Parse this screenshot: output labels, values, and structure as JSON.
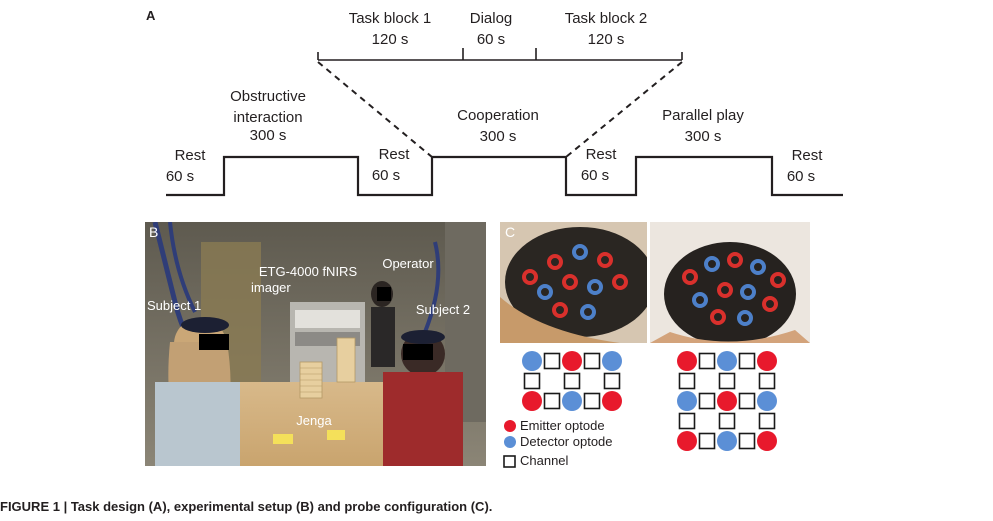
{
  "panel_a": {
    "letter": "A",
    "task_block_1": {
      "name": "Task block 1",
      "duration": "120 s"
    },
    "dialog": {
      "name": "Dialog",
      "duration": "60 s"
    },
    "task_block_2": {
      "name": "Task block 2",
      "duration": "120 s"
    },
    "phases": [
      {
        "name": "Rest",
        "duration": "60 s"
      },
      {
        "name": "Obstructive interaction",
        "duration": "300 s"
      },
      {
        "name": "Rest",
        "duration": "60 s"
      },
      {
        "name": "Cooperation",
        "duration": "300 s"
      },
      {
        "name": "Rest",
        "duration": "60 s"
      },
      {
        "name": "Parallel play",
        "duration": "300 s"
      },
      {
        "name": "Rest",
        "duration": "60 s"
      }
    ]
  },
  "panel_b": {
    "letter": "B",
    "imager_label_1": "ETG-4000 fNIRS",
    "imager_label_2": "imager",
    "operator": "Operator",
    "subject_1": "Subject 1",
    "subject_2": "Subject 2",
    "jenga": "Jenga"
  },
  "panel_c": {
    "letter": "C",
    "legend": {
      "emitter": "Emitter optode",
      "detector": "Detector optode",
      "channel": "Channel"
    },
    "colors": {
      "emitter": "#e8192c",
      "detector": "#5b8fd6",
      "channel": "#1a1a1a"
    }
  },
  "caption": "FIGURE 1 | Task design (A), experimental setup (B) and probe configuration (C)."
}
